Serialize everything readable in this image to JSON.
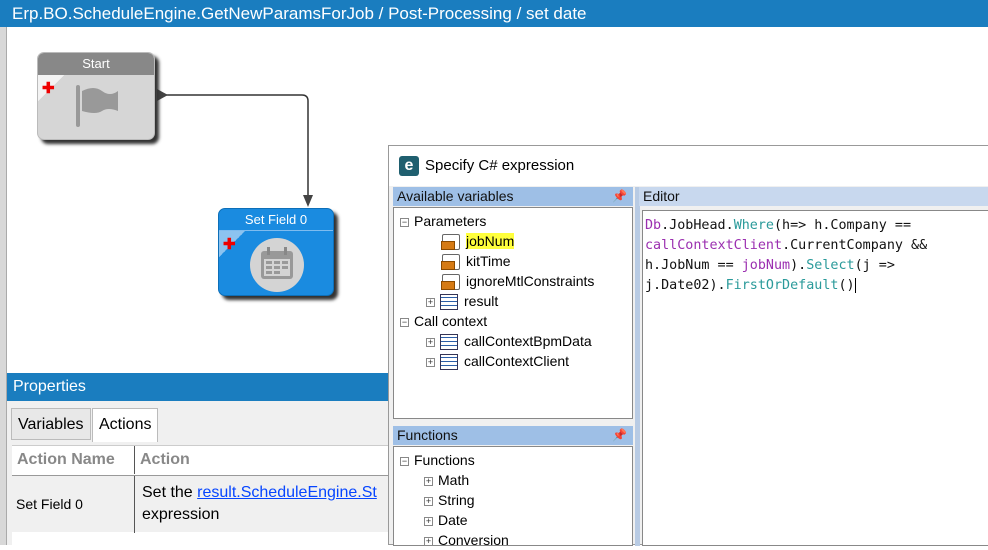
{
  "window": {
    "title": "Erp.BO.ScheduleEngine.GetNewParamsForJob / Post-Processing / set date"
  },
  "canvas": {
    "nodes": [
      {
        "label": "Start",
        "icon": "flag-icon"
      },
      {
        "label": "Set Field 0",
        "icon": "calendar-icon"
      }
    ]
  },
  "properties": {
    "title": "Properties",
    "tabs": [
      {
        "label": "Variables"
      },
      {
        "label": "Actions",
        "active": true
      }
    ],
    "columns": [
      "Action Name",
      "Action"
    ],
    "rows": [
      {
        "name": "Set Field 0",
        "action_prefix": "Set the ",
        "action_link": "result.ScheduleEngine.St",
        "action_suffix": "expression"
      }
    ]
  },
  "dialog": {
    "title": "Specify C# expression",
    "variables": {
      "header": "Available variables",
      "tree": [
        {
          "label": "Parameters"
        },
        {
          "label": "jobNum",
          "highlighted": true
        },
        {
          "label": "kitTime"
        },
        {
          "label": "ignoreMtlConstraints"
        },
        {
          "label": "result"
        },
        {
          "label": "Call context"
        },
        {
          "label": "callContextBpmData"
        },
        {
          "label": "callContextClient"
        }
      ]
    },
    "functions": {
      "header": "Functions",
      "tree": [
        {
          "label": "Functions"
        },
        {
          "label": "Math"
        },
        {
          "label": "String"
        },
        {
          "label": "Date"
        },
        {
          "label": "Conversion"
        }
      ]
    },
    "editor": {
      "header": "Editor",
      "tokens": [
        "Db",
        ".JobHead.",
        "Where",
        "(h=> h.Company ==\n",
        "callContextClient",
        ".CurrentCompany &&\nh.JobNum == ",
        "jobNum",
        ").",
        "Select",
        "(j =>\nj.Date02).",
        "FirstOrDefault",
        "()"
      ]
    }
  },
  "colors": {
    "accent": "#1a7dbf",
    "keyword_purple": "#9b2fb0",
    "method_teal": "#2a9a9a",
    "highlight": "#ffff3c"
  }
}
